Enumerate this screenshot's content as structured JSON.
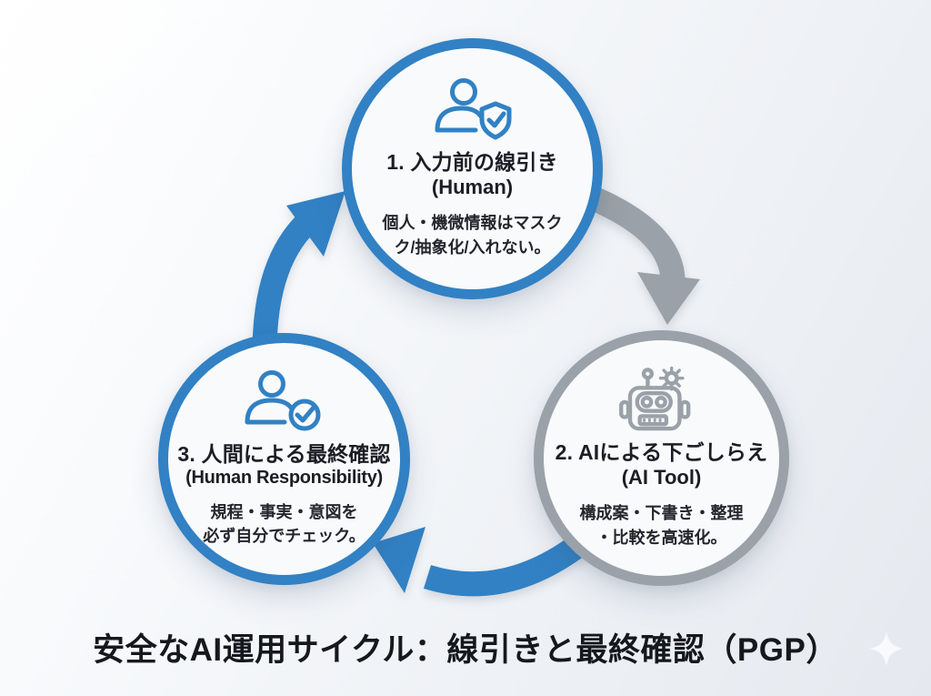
{
  "title": "安全なAI運用サイクル：線引きと最終確認（PGP）",
  "colors": {
    "blue": "#3181c4",
    "gray": "#9aa1a8",
    "node-fill": "#f8fafc",
    "text": "#1b1e24"
  },
  "nodes": [
    {
      "icon": "user-shield-icon",
      "heading": "1. 入力前の線引き",
      "subheading": "(Human)",
      "body_line1": "個人・機微情報はマスク",
      "body_line2": "ク/抽象化/入れない。"
    },
    {
      "icon": "robot-gear-icon",
      "heading": "2. AIによる下ごしらえ",
      "subheading": "(AI Tool)",
      "body_line1": "構成案・下書き・整理",
      "body_line2": "・比較を高速化。"
    },
    {
      "icon": "user-check-icon",
      "heading": "3. 人間による最終確認",
      "subheading": "(Human Responsibility)",
      "body_line1": "規程・事実・意図を",
      "body_line2": "必ず自分でチェック。"
    }
  ],
  "arrows": [
    {
      "name": "arrow-step1-to-step2",
      "from": "step1",
      "to": "step2",
      "color": "#9aa1a8"
    },
    {
      "name": "arrow-step2-to-step3",
      "from": "step2",
      "to": "step3",
      "color": "#3181c4"
    },
    {
      "name": "arrow-step3-to-step1",
      "from": "step3",
      "to": "step1",
      "color": "#3181c4"
    }
  ],
  "decorations": {
    "sparkle": "four-point-star",
    "sparkle_color": "#ffffff"
  }
}
